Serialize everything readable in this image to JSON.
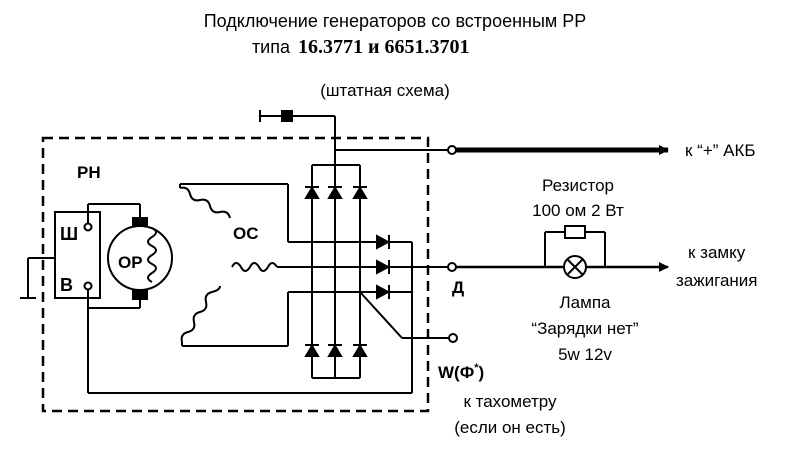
{
  "title": {
    "line1": "Подключение генераторов со встроенным РР",
    "line2_prefix": "типа",
    "line2_models": "16.3771 и 6651.3701",
    "subtitle": "(штатная схема)"
  },
  "labels": {
    "rn": "РН",
    "sh": "Ш",
    "v": "В",
    "or": "ОР",
    "os": "ОС",
    "d": "Д",
    "w": "W(Ф",
    "w_star": "*",
    "w_close": ")",
    "akb": "к “+” АКБ",
    "resistor_line1": "Резистор",
    "resistor_line2": "100 ом 2 Вт",
    "zamok_line1": "к замку",
    "zamok_line2": "зажигания",
    "lamp_line1": "Лампа",
    "lamp_line2": "“Зарядки нет”",
    "lamp_line3": "5w 12v",
    "tacho_line1": "к тахометру",
    "tacho_line2": "(если он есть)"
  },
  "colors": {
    "line": "#000000",
    "background": "#ffffff"
  }
}
